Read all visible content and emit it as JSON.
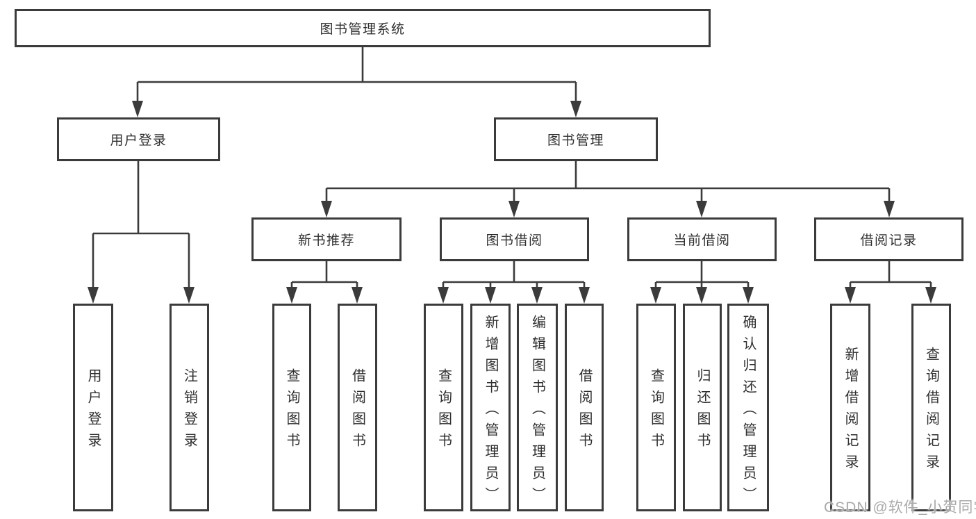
{
  "diagram": {
    "root": {
      "label": "图书管理系统",
      "children": [
        {
          "label": "用户登录",
          "children": [
            {
              "label": "用户登录"
            },
            {
              "label": "注销登录"
            }
          ]
        },
        {
          "label": "图书管理",
          "children": [
            {
              "label": "新书推荐",
              "children": [
                {
                  "label": "查询图书"
                },
                {
                  "label": "借阅图书"
                }
              ]
            },
            {
              "label": "图书借阅",
              "children": [
                {
                  "label": "查询图书"
                },
                {
                  "label": "新增图书（管理员）"
                },
                {
                  "label": "编辑图书（管理员）"
                },
                {
                  "label": "借阅图书"
                }
              ]
            },
            {
              "label": "当前借阅",
              "children": [
                {
                  "label": "查询图书"
                },
                {
                  "label": "归还图书"
                },
                {
                  "label": "确认归还（管理员）"
                }
              ]
            },
            {
              "label": "借阅记录",
              "children": [
                {
                  "label": "新增借阅记录"
                },
                {
                  "label": "查询借阅记录"
                }
              ]
            }
          ]
        }
      ]
    },
    "watermark": "CSDN @软件_小贺同学",
    "colors": {
      "line": "#3b3b3b",
      "text": "#2f2f2f",
      "watermark": "#a9a9a9",
      "background": "#ffffff"
    }
  }
}
